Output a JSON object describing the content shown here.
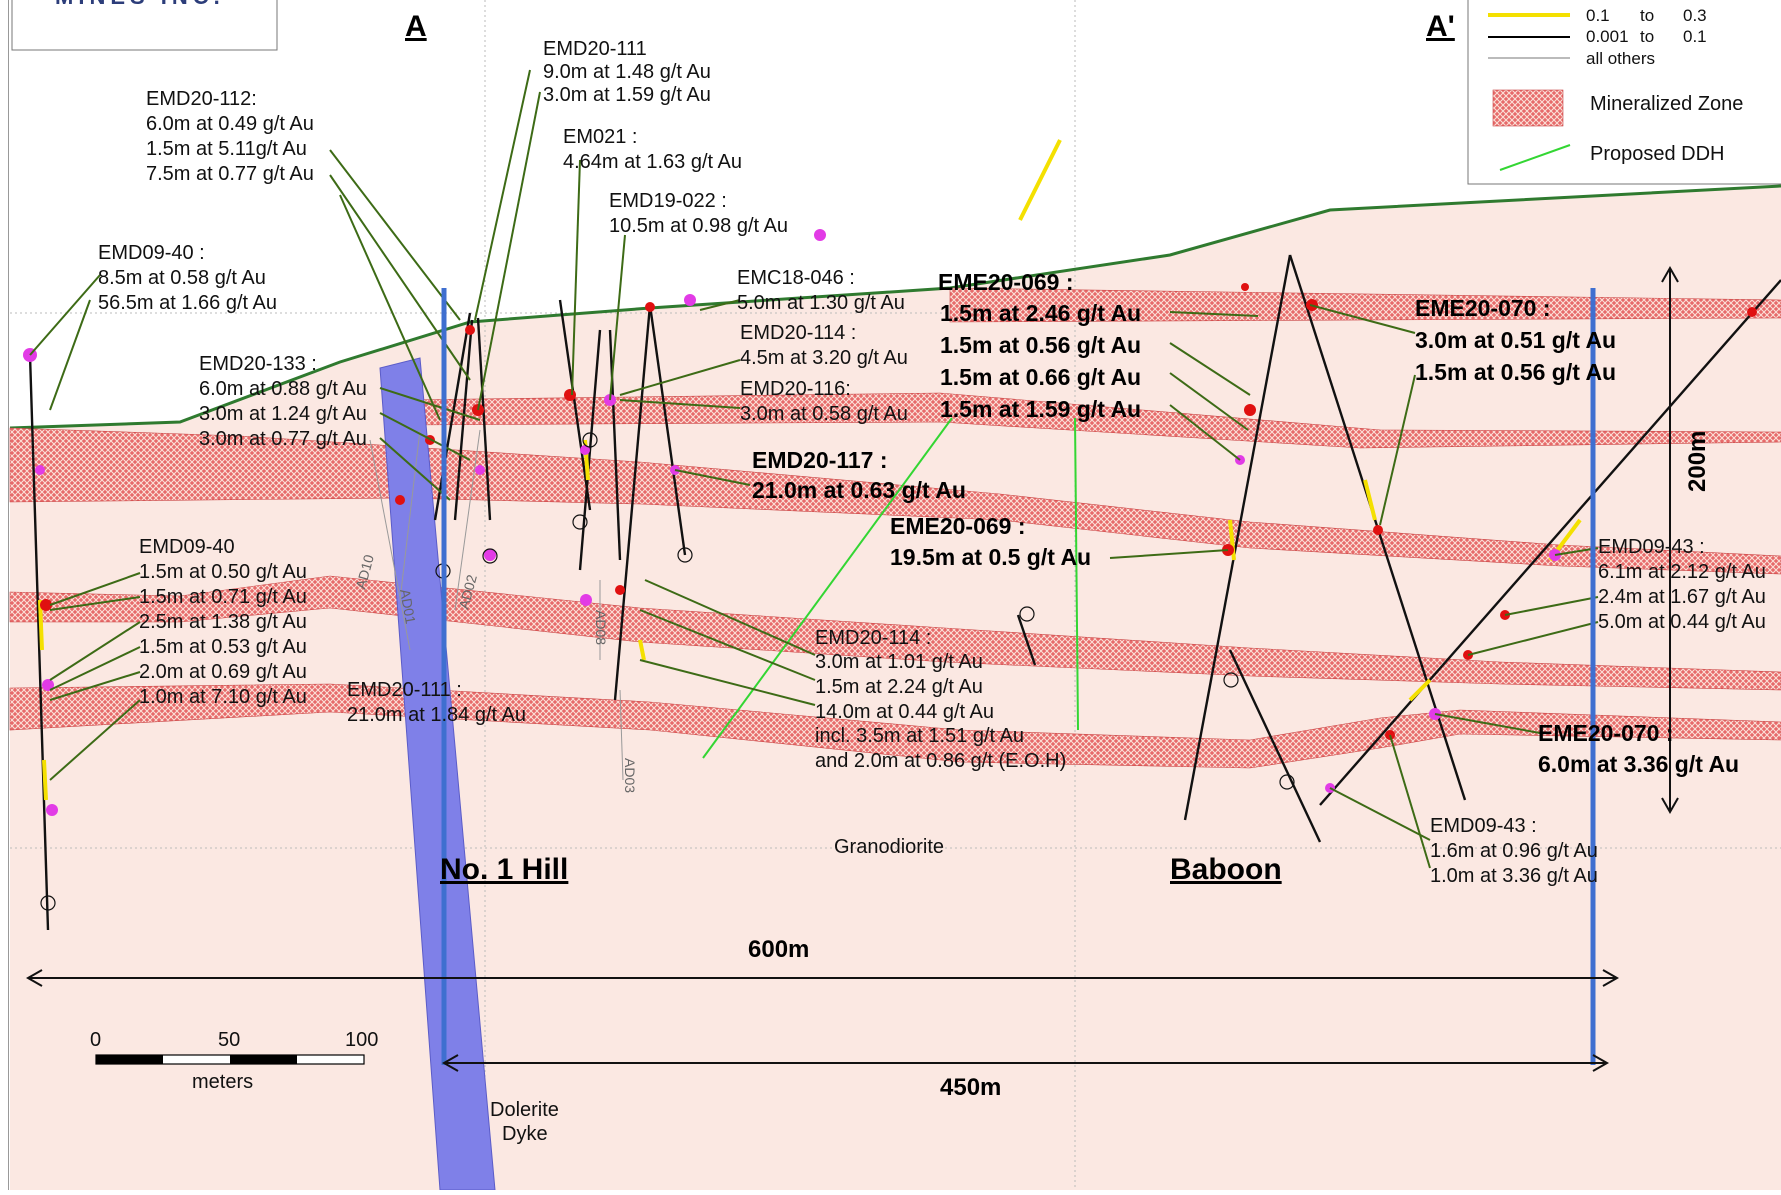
{
  "header": {
    "company": "MINES INC.",
    "section_start": "A",
    "section_end": "A'"
  },
  "legend": {
    "grades": [
      {
        "from": "0.1",
        "to_word": "to",
        "to": "0.3",
        "color": "#f4e000"
      },
      {
        "from": "0.001",
        "to_word": "to",
        "to": "0.1",
        "color": "#000000"
      },
      {
        "from": "all others",
        "to_word": "",
        "to": "",
        "color": "#bbbbbb"
      }
    ],
    "mineralized_zone": "Mineralized Zone",
    "proposed_ddh": "Proposed DDH"
  },
  "colors": {
    "background": "#fbe8e2",
    "mineralized_fill": "#d95757",
    "dyke": "#7f80e8",
    "section_line": "#3f6fd0",
    "leader": "#3d6b16",
    "proposed": "#33d633",
    "topography": "#2f7a2f"
  },
  "labels": {
    "emd20_111": [
      "EMD20-111",
      "9.0m at 1.48 g/t Au",
      "3.0m at 1.59 g/t Au"
    ],
    "emd20_112": [
      "EMD20-112:",
      "6.0m at 0.49 g/t Au",
      "1.5m at 5.11g/t Au",
      "7.5m at 0.77 g/t Au"
    ],
    "em021": [
      "EM021 :",
      "4.64m at 1.63 g/t Au"
    ],
    "emd19_022": [
      "EMD19-022 :",
      "10.5m at 0.98 g/t Au"
    ],
    "emd09_40_top": [
      "EMD09-40 :",
      "8.5m at 0.58 g/t Au",
      "56.5m at 1.66 g/t Au"
    ],
    "emc18_046": [
      "EMC18-046 :",
      "5.0m at 1.30 g/t Au"
    ],
    "emd20_114_top": [
      "EMD20-114 :",
      "4.5m at 3.20 g/t Au"
    ],
    "emd20_116": [
      "EMD20-116:",
      "3.0m at 0.58 g/t Au"
    ],
    "emd20_133": [
      "EMD20-133 :",
      "6.0m at 0.88 g/t Au",
      "3.0m at 1.24 g/t Au",
      "3.0m at 0.77 g/t Au"
    ],
    "eme20_069_top": [
      "EME20-069 :",
      "1.5m at 2.46 g/t Au",
      "1.5m at 0.56 g/t Au",
      "1.5m at 0.66 g/t Au",
      "1.5m at 1.59 g/t Au"
    ],
    "eme20_070_top": [
      "EME20-070 :",
      "3.0m at 0.51 g/t Au",
      "1.5m at 0.56 g/t Au"
    ],
    "emd20_117": [
      "EMD20-117 :",
      "21.0m at 0.63 g/t Au"
    ],
    "eme20_069_mid": [
      "EME20-069 :",
      "19.5m at 0.5 g/t Au"
    ],
    "emd09_40_bottom": [
      "EMD09-40",
      "1.5m at 0.50 g/t Au",
      "1.5m at 0.71 g/t Au",
      "2.5m at 1.38 g/t Au",
      "1.5m at 0.53 g/t Au",
      "2.0m at 0.69 g/t Au",
      "1.0m at 7.10 g/t Au"
    ],
    "emd09_43_right": [
      "EMD09-43 :",
      "6.1m at 2.12 g/t Au",
      "2.4m at 1.67 g/t Au",
      "5.0m at 0.44 g/t Au"
    ],
    "emd20_111_low": [
      "EMD20-111 :",
      "21.0m at 1.84 g/t Au"
    ],
    "emd20_114_low": [
      "EMD20-114 :",
      "3.0m at 1.01 g/t Au",
      "1.5m at 2.24 g/t Au",
      "14.0m at 0.44 g/t Au",
      "incl. 3.5m at 1.51 g/t Au",
      "and 2.0m at 0.86 g/t (E.O.H)"
    ],
    "eme20_070_low": [
      "EME20-070 :",
      "6.0m at 3.36 g/t Au"
    ],
    "emd09_43_low": [
      "EMD09-43 :",
      "1.6m at 0.96 g/t Au",
      "1.0m at 3.36 g/t Au"
    ]
  },
  "areas": {
    "no1_hill": "No. 1 Hill",
    "baboon": "Baboon",
    "granodiorite": "Granodiorite",
    "dyke_line1": "Dolerite",
    "dyke_line2": "Dyke"
  },
  "dimensions": {
    "width_600": "600m",
    "width_450": "450m",
    "height_200": "200m"
  },
  "scale_bar": {
    "ticks": [
      "0",
      "50",
      "100"
    ],
    "unit": "meters"
  },
  "hole_codes": [
    "AD10",
    "AD01",
    "AD02",
    "AD08",
    "AD03"
  ]
}
